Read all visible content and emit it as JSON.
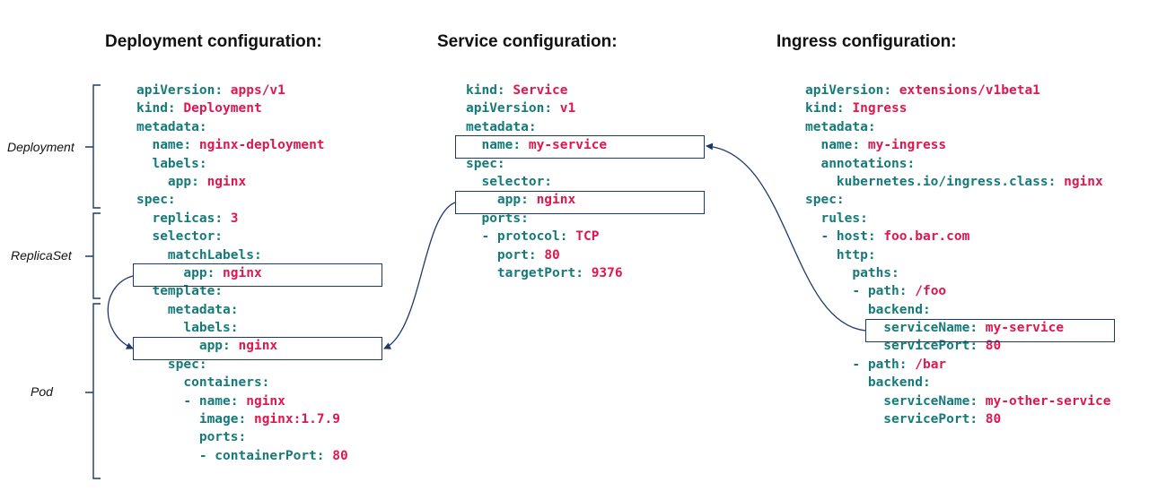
{
  "headings": {
    "deployment": "Deployment configuration:",
    "service": "Service configuration:",
    "ingress": "Ingress configuration:"
  },
  "section_labels": {
    "deployment": "Deployment",
    "replicaset": "ReplicaSet",
    "pod": "Pod"
  },
  "colors": {
    "key": "#157a7a",
    "value": "#e0174f",
    "box_border": "#1b3a6b",
    "bracket": "#1b3a6b"
  },
  "deployment_yaml": [
    [
      {
        "t": "apiVersion",
        "c": "k"
      },
      {
        "t": ": ",
        "c": "p"
      },
      {
        "t": "apps/v1",
        "c": "v"
      }
    ],
    [
      {
        "t": "kind",
        "c": "k"
      },
      {
        "t": ": ",
        "c": "p"
      },
      {
        "t": "Deployment",
        "c": "v"
      }
    ],
    [
      {
        "t": "metadata:",
        "c": "k"
      }
    ],
    [
      {
        "t": "  name",
        "c": "k"
      },
      {
        "t": ": ",
        "c": "p"
      },
      {
        "t": "nginx-deployment",
        "c": "v"
      }
    ],
    [
      {
        "t": "  labels:",
        "c": "k"
      }
    ],
    [
      {
        "t": "    app",
        "c": "k"
      },
      {
        "t": ": ",
        "c": "p"
      },
      {
        "t": "nginx",
        "c": "v"
      }
    ],
    [
      {
        "t": "spec:",
        "c": "k"
      }
    ],
    [
      {
        "t": "  replicas",
        "c": "k"
      },
      {
        "t": ": ",
        "c": "p"
      },
      {
        "t": "3",
        "c": "v"
      }
    ],
    [
      {
        "t": "  selector:",
        "c": "k"
      }
    ],
    [
      {
        "t": "    matchLabels:",
        "c": "k"
      }
    ],
    [
      {
        "t": "      app",
        "c": "k"
      },
      {
        "t": ": ",
        "c": "p"
      },
      {
        "t": "nginx",
        "c": "v"
      }
    ],
    [
      {
        "t": "  template:",
        "c": "k"
      }
    ],
    [
      {
        "t": "    metadata:",
        "c": "k"
      }
    ],
    [
      {
        "t": "      labels:",
        "c": "k"
      }
    ],
    [
      {
        "t": "        app",
        "c": "k"
      },
      {
        "t": ": ",
        "c": "p"
      },
      {
        "t": "nginx",
        "c": "v"
      }
    ],
    [
      {
        "t": "    spec:",
        "c": "k"
      }
    ],
    [
      {
        "t": "      containers:",
        "c": "k"
      }
    ],
    [
      {
        "t": "      - name",
        "c": "k"
      },
      {
        "t": ": ",
        "c": "p"
      },
      {
        "t": "nginx",
        "c": "v"
      }
    ],
    [
      {
        "t": "        image",
        "c": "k"
      },
      {
        "t": ": ",
        "c": "p"
      },
      {
        "t": "nginx:1.7.9",
        "c": "v"
      }
    ],
    [
      {
        "t": "        ports:",
        "c": "k"
      }
    ],
    [
      {
        "t": "        - containerPort",
        "c": "k"
      },
      {
        "t": ": ",
        "c": "p"
      },
      {
        "t": "80",
        "c": "v"
      }
    ]
  ],
  "service_yaml": [
    [
      {
        "t": "kind",
        "c": "k"
      },
      {
        "t": ": ",
        "c": "p"
      },
      {
        "t": "Service",
        "c": "v"
      }
    ],
    [
      {
        "t": "apiVersion",
        "c": "k"
      },
      {
        "t": ": ",
        "c": "p"
      },
      {
        "t": "v1",
        "c": "v"
      }
    ],
    [
      {
        "t": "metadata:",
        "c": "k"
      }
    ],
    [
      {
        "t": "  name",
        "c": "k"
      },
      {
        "t": ": ",
        "c": "p"
      },
      {
        "t": "my-service",
        "c": "v"
      }
    ],
    [
      {
        "t": "spec:",
        "c": "k"
      }
    ],
    [
      {
        "t": "  selector:",
        "c": "k"
      }
    ],
    [
      {
        "t": "    app",
        "c": "k"
      },
      {
        "t": ": ",
        "c": "p"
      },
      {
        "t": "nginx",
        "c": "v"
      }
    ],
    [
      {
        "t": "  ports:",
        "c": "k"
      }
    ],
    [
      {
        "t": "  - protocol",
        "c": "k"
      },
      {
        "t": ": ",
        "c": "p"
      },
      {
        "t": "TCP",
        "c": "v"
      }
    ],
    [
      {
        "t": "    port",
        "c": "k"
      },
      {
        "t": ": ",
        "c": "p"
      },
      {
        "t": "80",
        "c": "v"
      }
    ],
    [
      {
        "t": "    targetPort",
        "c": "k"
      },
      {
        "t": ": ",
        "c": "p"
      },
      {
        "t": "9376",
        "c": "v"
      }
    ]
  ],
  "ingress_yaml": [
    [
      {
        "t": "apiVersion",
        "c": "k"
      },
      {
        "t": ": ",
        "c": "p"
      },
      {
        "t": "extensions/v1beta1",
        "c": "v"
      }
    ],
    [
      {
        "t": "kind",
        "c": "k"
      },
      {
        "t": ": ",
        "c": "p"
      },
      {
        "t": "Ingress",
        "c": "v"
      }
    ],
    [
      {
        "t": "metadata:",
        "c": "k"
      }
    ],
    [
      {
        "t": "  name",
        "c": "k"
      },
      {
        "t": ": ",
        "c": "p"
      },
      {
        "t": "my-ingress",
        "c": "v"
      }
    ],
    [
      {
        "t": "  annotations:",
        "c": "k"
      }
    ],
    [
      {
        "t": "    kubernetes.io/ingress.class",
        "c": "k"
      },
      {
        "t": ": ",
        "c": "p"
      },
      {
        "t": "nginx",
        "c": "v"
      }
    ],
    [
      {
        "t": "spec:",
        "c": "k"
      }
    ],
    [
      {
        "t": "  rules:",
        "c": "k"
      }
    ],
    [
      {
        "t": "  - host",
        "c": "k"
      },
      {
        "t": ": ",
        "c": "p"
      },
      {
        "t": "foo.bar.com",
        "c": "v"
      }
    ],
    [
      {
        "t": "    http:",
        "c": "k"
      }
    ],
    [
      {
        "t": "      paths:",
        "c": "k"
      }
    ],
    [
      {
        "t": "      - path",
        "c": "k"
      },
      {
        "t": ": ",
        "c": "p"
      },
      {
        "t": "/foo",
        "c": "v"
      }
    ],
    [
      {
        "t": "        backend:",
        "c": "k"
      }
    ],
    [
      {
        "t": "          serviceName",
        "c": "k"
      },
      {
        "t": ": ",
        "c": "p"
      },
      {
        "t": "my-service",
        "c": "v"
      }
    ],
    [
      {
        "t": "          servicePort",
        "c": "k"
      },
      {
        "t": ": ",
        "c": "p"
      },
      {
        "t": "80",
        "c": "v"
      }
    ],
    [
      {
        "t": "      - path",
        "c": "k"
      },
      {
        "t": ": ",
        "c": "p"
      },
      {
        "t": "/bar",
        "c": "v"
      }
    ],
    [
      {
        "t": "        backend:",
        "c": "k"
      }
    ],
    [
      {
        "t": "          serviceName",
        "c": "k"
      },
      {
        "t": ": ",
        "c": "p"
      },
      {
        "t": "my-other-service",
        "c": "v"
      }
    ],
    [
      {
        "t": "          servicePort",
        "c": "k"
      },
      {
        "t": ": ",
        "c": "p"
      },
      {
        "t": "80",
        "c": "v"
      }
    ]
  ]
}
